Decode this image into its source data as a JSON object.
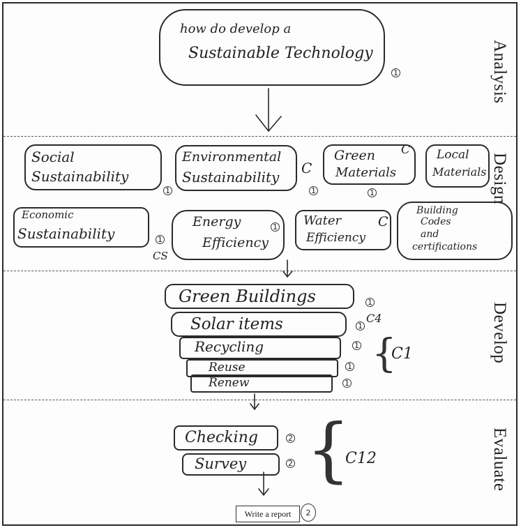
{
  "phases": {
    "analysis": "Analysis",
    "design": "Design",
    "develop": "Develop",
    "evaluate": "Evaluate"
  },
  "analysis": {
    "question_line1": "how do develop a",
    "question_line2": "Sustainable Technology",
    "mark": "1"
  },
  "design": {
    "row1": [
      {
        "line1": "Social",
        "line2": "Sustainability",
        "mark": "1"
      },
      {
        "line1": "Environmental",
        "line2": "Sustainability",
        "mark": "1"
      },
      {
        "line1": "Green",
        "line2": "Materials",
        "mark": "1"
      },
      {
        "line1": "Local",
        "line2": "Materials",
        "mark": ""
      }
    ],
    "row2": [
      {
        "line1": "Economic",
        "line2": "Sustainability",
        "mark": "1"
      },
      {
        "line1": "Energy",
        "line2": "Efficiency",
        "mark": "1"
      },
      {
        "line1": "Water",
        "line2": "Efficiency",
        "mark": ""
      },
      {
        "line1": "Building",
        "line2": "Codes",
        "line3": "and",
        "line4": "certifications",
        "mark": ""
      }
    ],
    "notes": {
      "c_green": "C",
      "c_env": "C",
      "c_water": "C",
      "cs": "CS"
    }
  },
  "develop": {
    "items": [
      "Green Buildings",
      "Solar items",
      "Recycling",
      "Reuse",
      "Renew"
    ],
    "marks": [
      "1",
      "1",
      "1",
      "1",
      "1"
    ],
    "note_c4": "C4",
    "note_c1": "C1"
  },
  "evaluate": {
    "items": [
      "Checking",
      "Survey"
    ],
    "marks": [
      "2",
      "2"
    ],
    "note_c12": "C12",
    "report_label": "Write a report",
    "report_mark": "2"
  }
}
